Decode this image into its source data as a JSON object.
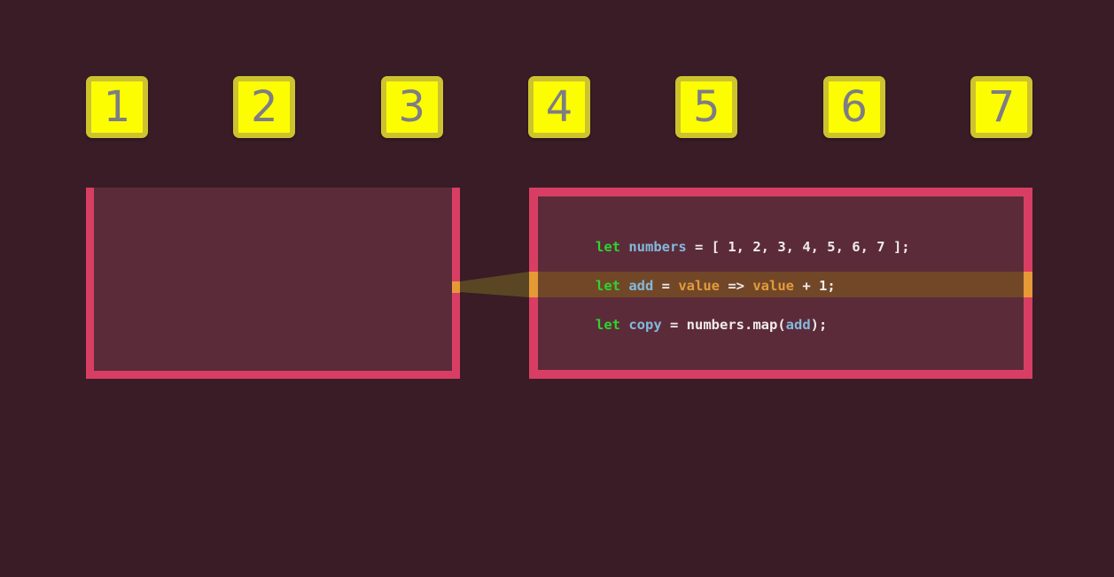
{
  "colors": {
    "background": "#391c26",
    "box_fill": "#5c2b3a",
    "border_pink": "#d83e63",
    "square_fill": "#fdfd02",
    "square_border": "#cdc32f",
    "square_number": "#7d7d85",
    "code_plain": "#f0ebeb",
    "code_green": "#2fd32f",
    "code_blue": "#82b9dc",
    "code_orange": "#e19b3c",
    "highlight_band": "#714728",
    "highlight_marker": "#e69937",
    "beam_fill": "#5a4623"
  },
  "squares": {
    "items": [
      "1",
      "2",
      "3",
      "4",
      "5",
      "6",
      "7"
    ]
  },
  "code": {
    "lines": [
      {
        "highlighted": false,
        "tokens": [
          {
            "text": "let",
            "color": "green"
          },
          {
            "text": " ",
            "color": "plain"
          },
          {
            "text": "numbers",
            "color": "blue"
          },
          {
            "text": " = [ 1, 2, 3, 4, 5, 6, 7 ];",
            "color": "plain"
          }
        ]
      },
      {
        "highlighted": true,
        "tokens": [
          {
            "text": "let",
            "color": "green"
          },
          {
            "text": " ",
            "color": "plain"
          },
          {
            "text": "add",
            "color": "blue"
          },
          {
            "text": " = ",
            "color": "plain"
          },
          {
            "text": "value",
            "color": "orange"
          },
          {
            "text": " => ",
            "color": "plain"
          },
          {
            "text": "value",
            "color": "orange"
          },
          {
            "text": " + 1;",
            "color": "plain"
          }
        ]
      },
      {
        "highlighted": false,
        "tokens": [
          {
            "text": "let",
            "color": "green"
          },
          {
            "text": " ",
            "color": "plain"
          },
          {
            "text": "copy",
            "color": "blue"
          },
          {
            "text": " = ",
            "color": "plain"
          },
          {
            "text": "numbers.map(",
            "color": "plain"
          },
          {
            "text": "add",
            "color": "blue"
          },
          {
            "text": ");",
            "color": "plain"
          }
        ]
      }
    ]
  }
}
